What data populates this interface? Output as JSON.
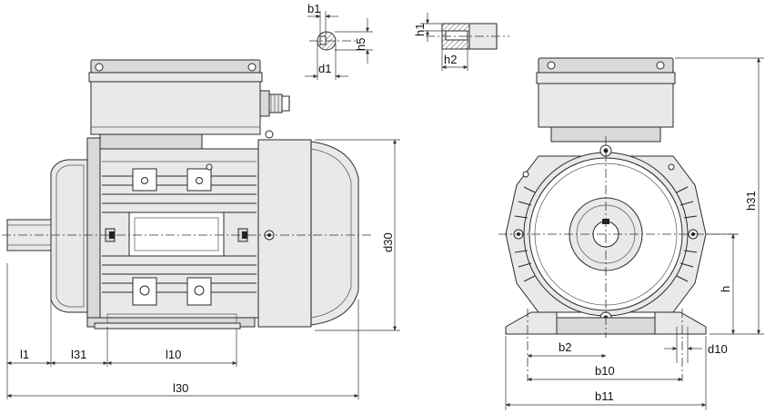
{
  "labels": {
    "l1": "l1",
    "l31": "l31",
    "l10": "l10",
    "l30": "l30",
    "d30": "d30",
    "b1": "b1",
    "h5": "h5",
    "d1": "d1",
    "h1": "h1",
    "h2": "h2",
    "h31": "h31",
    "h": "h",
    "b2": "b2",
    "b10": "b10",
    "b11": "b11",
    "d10": "d10"
  }
}
